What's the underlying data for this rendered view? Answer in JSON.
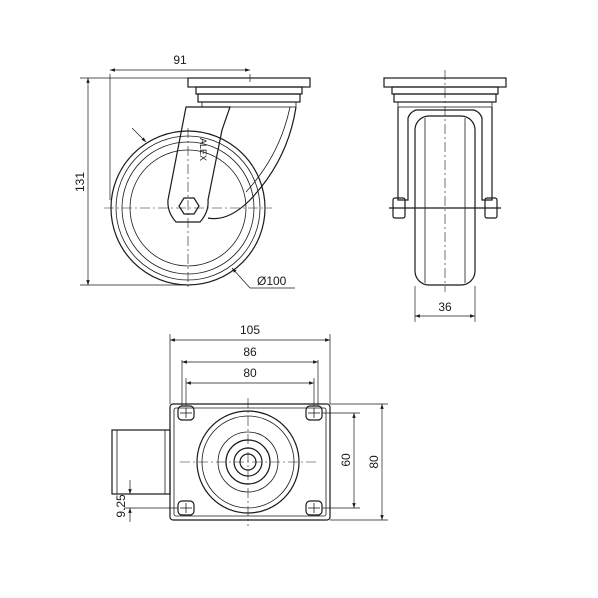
{
  "side_view": {
    "width_label": "91",
    "height_label": "131",
    "diameter_label": "Ø100",
    "brand_text": "ALEX"
  },
  "front_view": {
    "width_label": "36"
  },
  "top_view": {
    "plate_width_label": "105",
    "hole_spacing_outer_label": "86",
    "hole_spacing_inner_label": "80",
    "hole_spacing_vertical_label": "60",
    "plate_height_label": "80",
    "slot_offset_label": "9.25"
  }
}
